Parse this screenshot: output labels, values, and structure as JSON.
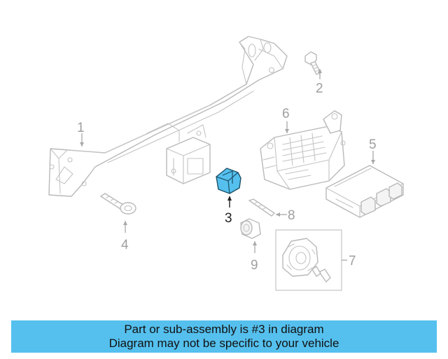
{
  "callouts": {
    "c1": "1",
    "c2": "2",
    "c3": "3",
    "c4": "4",
    "c5": "5",
    "c6": "6",
    "c7": "7",
    "c8": "8",
    "c9": "9"
  },
  "highlight": {
    "part_number": "3",
    "color": "#55c0ee"
  },
  "banner": {
    "line1": "Part or sub-assembly is #3 in diagram",
    "line2": "Diagram may not be specific to your vehicle",
    "background": "#55c0ee"
  }
}
